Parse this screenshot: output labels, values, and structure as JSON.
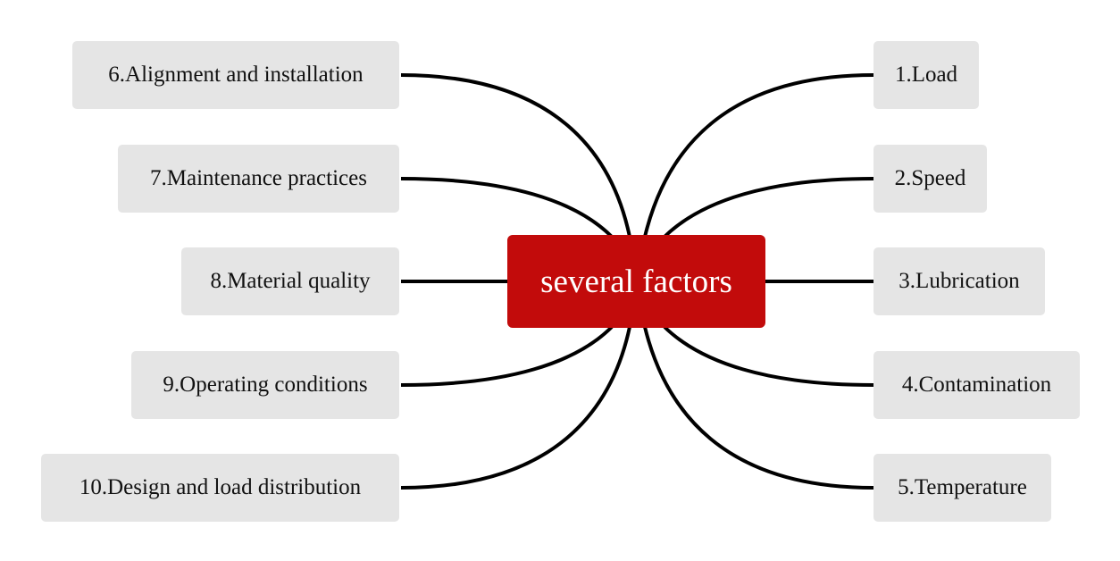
{
  "center": {
    "label": "several factors",
    "color": "#c20b0b"
  },
  "right": [
    "1.Load",
    "2.Speed",
    "3.Lubrication",
    "4.Contamination",
    "5.Temperature"
  ],
  "left": [
    "6.Alignment and installation",
    "7.Maintenance practices",
    "8.Material quality",
    "9.Operating conditions",
    "10.Design and load distribution"
  ]
}
